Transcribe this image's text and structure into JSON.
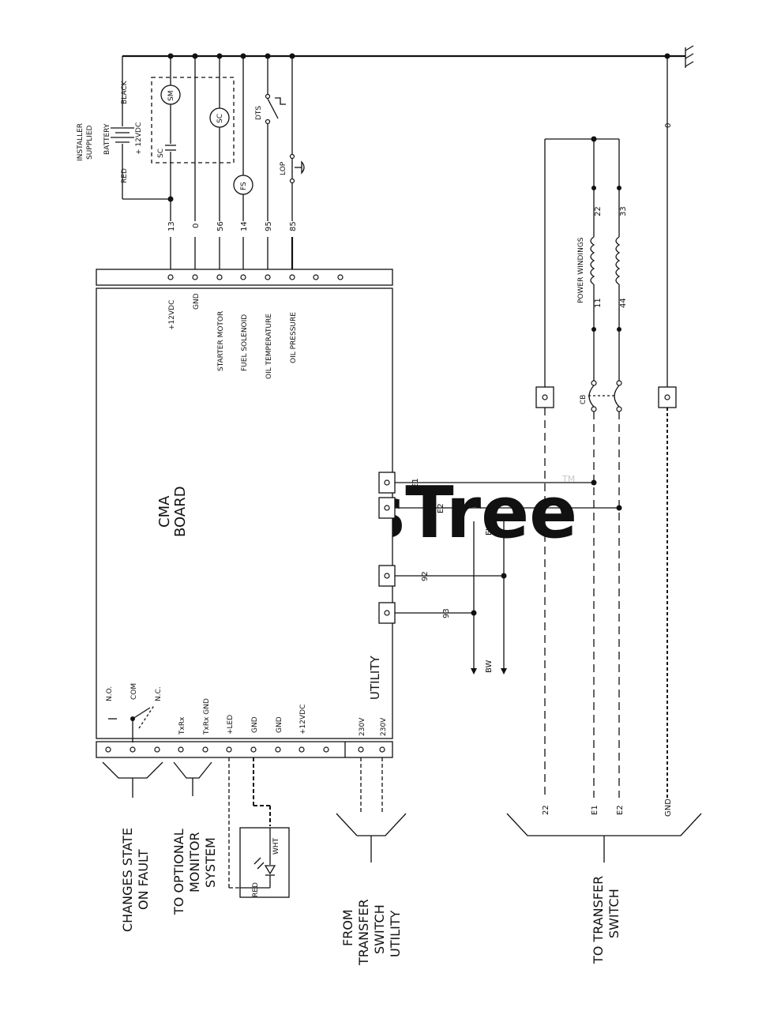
{
  "watermark": {
    "text": "PartsTree",
    "tm": "TM"
  },
  "board": {
    "title": "CMA",
    "subtitle": "BOARD"
  },
  "top_connector": {
    "pins": [
      {
        "wire": "13",
        "label": "+12VDC"
      },
      {
        "wire": "0",
        "label": "GND"
      },
      {
        "wire": "56",
        "label": "STARTER MOTOR"
      },
      {
        "wire": "14",
        "label": "FUEL SOLENOID"
      },
      {
        "wire": "95",
        "label": "OIL TEMPERATURE"
      },
      {
        "wire": "85",
        "label": "OIL PRESSURE"
      }
    ]
  },
  "battery": {
    "installer": "INSTALLER",
    "supplied": "SUPPLIED",
    "name": "BATTERY",
    "voltage": "+ 12VDC",
    "red": "RED",
    "black": "BLACK"
  },
  "components": {
    "sm": "SM",
    "sc": "SC",
    "sc_relay": "SC",
    "fs": "FS",
    "dts": "DTS",
    "lop": "LOP"
  },
  "windings": {
    "title": "POWER WINDINGS",
    "w1_start": "11",
    "w1_end": "22",
    "w2_start": "44",
    "w2_end": "33",
    "ground": "0",
    "breaker": "CB"
  },
  "side_terminals": {
    "e1": "E1",
    "e2": "E2",
    "w92": "92",
    "w93": "93",
    "ew": "EW",
    "bw": "BW"
  },
  "bottom_connector": {
    "labels": [
      "N.O.",
      "COM",
      "N.C.",
      "TxRx",
      "TxRx GND",
      "+LED",
      "GND",
      "GND",
      "+12VDC"
    ],
    "utility_pins": [
      "230V",
      "230V"
    ],
    "utility_label": "UTILITY"
  },
  "led": {
    "red": "RED",
    "wht": "WHT"
  },
  "callouts": {
    "fault": [
      "CHANGES STATE",
      "ON FAULT"
    ],
    "monitor": [
      "TO OPTIONAL",
      "MONITOR",
      "SYSTEM"
    ],
    "from_switch": [
      "FROM",
      "TRANSFER",
      "SWITCH",
      "UTILITY"
    ],
    "to_switch": [
      "TO TRANSFER",
      "SWITCH"
    ]
  },
  "transfer_wires": [
    "22",
    "E1",
    "E2",
    "GND"
  ]
}
